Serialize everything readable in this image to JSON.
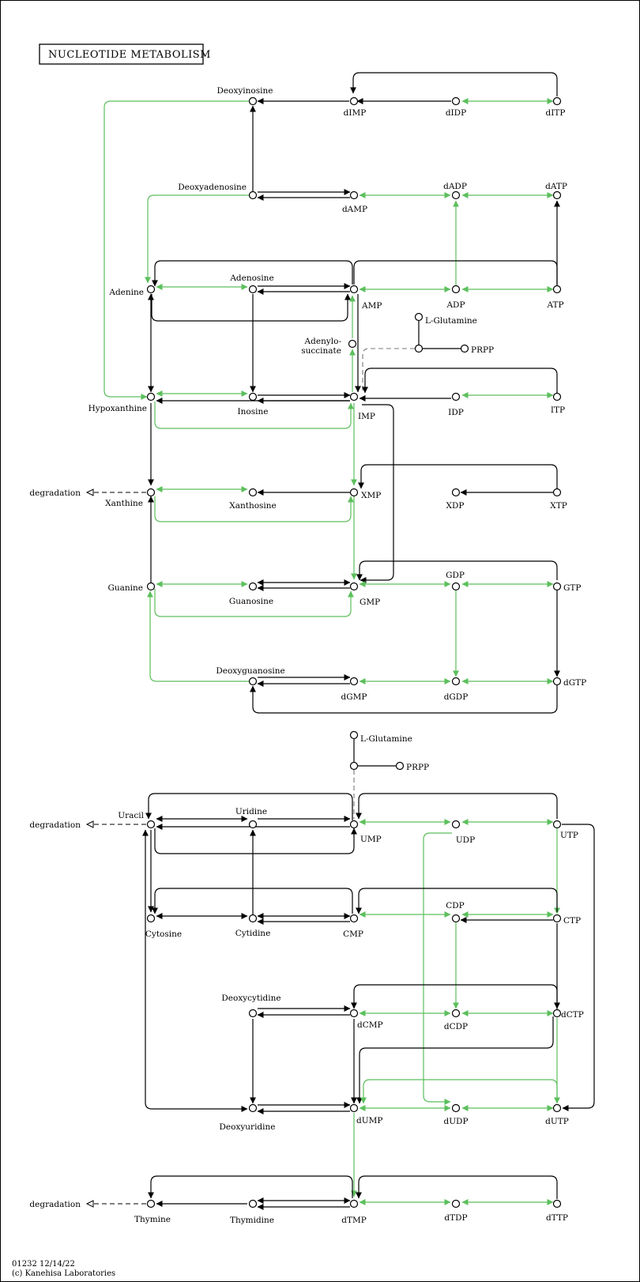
{
  "title": "NUCLEOTIDE METABOLISM",
  "colors": {
    "enzyme_edge": "#5cbf5c",
    "edge": "#000000"
  },
  "footer": {
    "map_id_date": "01232 12/14/22",
    "copyright": "(c) Kanehisa Laboratories"
  },
  "degradation_label": "degradation",
  "nodes": {
    "deoxyinosine": "Deoxyinosine",
    "dimp": "dIMP",
    "didp": "dIDP",
    "ditp": "dITP",
    "deoxyadenosine": "Deoxyadenosine",
    "damp": "dAMP",
    "dadp": "dADP",
    "datp": "dATP",
    "adenine": "Adenine",
    "adenosine": "Adenosine",
    "amp": "AMP",
    "adp": "ADP",
    "atp": "ATP",
    "lglutamine1": "L-Glutamine",
    "prpp1": "PRPP",
    "adenylosuccinate_1": "Adenylo-",
    "adenylosuccinate_2": "succinate",
    "hypoxanthine": "Hypoxanthine",
    "inosine": "Inosine",
    "imp": "IMP",
    "idp": "IDP",
    "itp": "ITP",
    "xanthine": "Xanthine",
    "xanthosine": "Xanthosine",
    "xmp": "XMP",
    "xdp": "XDP",
    "xtp": "XTP",
    "guanine": "Guanine",
    "guanosine": "Guanosine",
    "gmp": "GMP",
    "gdp": "GDP",
    "gtp": "GTP",
    "deoxyguanosine": "Deoxyguanosine",
    "dgmp": "dGMP",
    "dgdp": "dGDP",
    "dgtp": "dGTP",
    "lglutamine2": "L-Glutamine",
    "prpp2": "PRPP",
    "uracil": "Uracil",
    "uridine": "Uridine",
    "ump": "UMP",
    "udp": "UDP",
    "utp": "UTP",
    "cytosine": "Cytosine",
    "cytidine": "Cytidine",
    "cmp": "CMP",
    "cdp": "CDP",
    "ctp": "CTP",
    "deoxycytidine": "Deoxycytidine",
    "dcmp": "dCMP",
    "dcdp": "dCDP",
    "dctp": "dCTP",
    "deoxyuridine": "Deoxyuridine",
    "dump": "dUMP",
    "dudp": "dUDP",
    "dutp": "dUTP",
    "thymine": "Thymine",
    "thymidine": "Thymidine",
    "dtmp": "dTMP",
    "dtdp": "dTDP",
    "dttp": "dTTP"
  }
}
